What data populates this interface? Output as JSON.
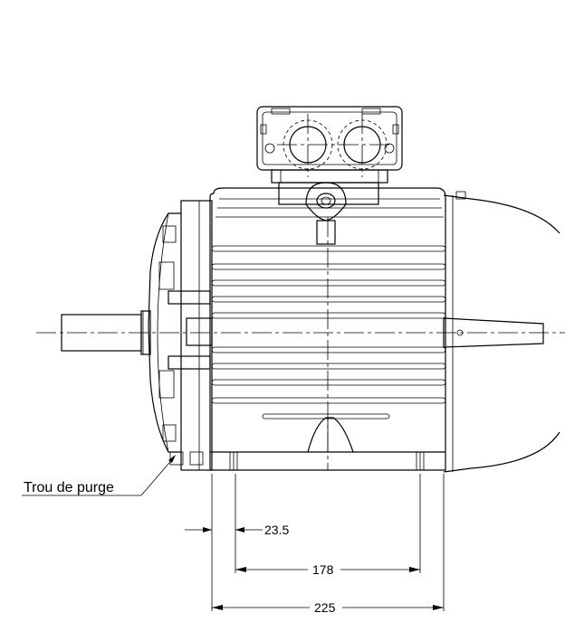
{
  "labels": {
    "purge_hole": "Trou de purge"
  },
  "dimensions": [
    {
      "id": "dim-23-5",
      "text": "23.5"
    },
    {
      "id": "dim-178",
      "text": "178"
    },
    {
      "id": "dim-225",
      "text": "225"
    }
  ]
}
